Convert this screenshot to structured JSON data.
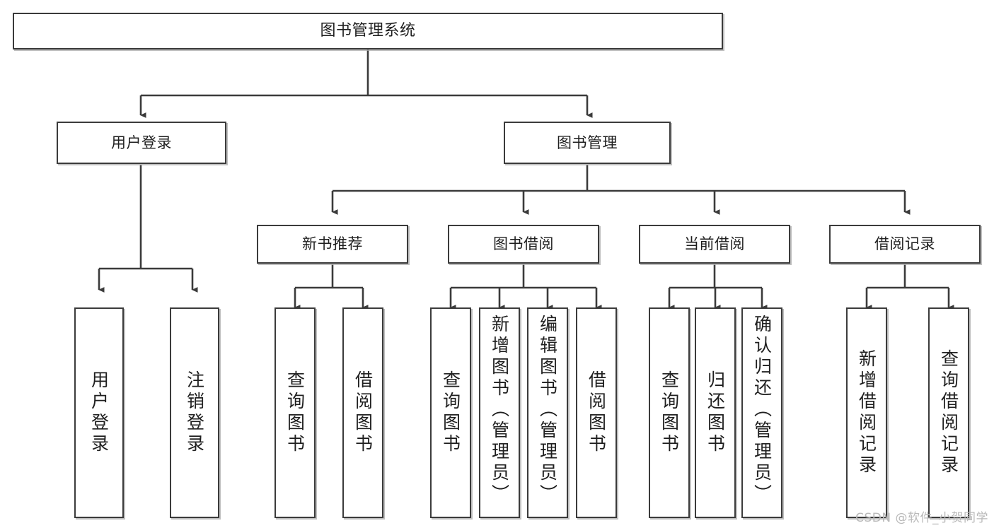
{
  "diagram": {
    "title_node": {
      "label": "图书管理系统"
    },
    "level2": [
      {
        "label": "用户登录"
      },
      {
        "label": "图书管理"
      }
    ],
    "level3": [
      {
        "label": "新书推荐"
      },
      {
        "label": "图书借阅"
      },
      {
        "label": "当前借阅"
      },
      {
        "label": "借阅记录"
      }
    ],
    "leaves": {
      "user_login": [
        {
          "label": "用户登录"
        },
        {
          "label": "注销登录"
        }
      ],
      "new_book_recommend": [
        {
          "label": "查询图书"
        },
        {
          "label": "借阅图书"
        }
      ],
      "book_borrow": [
        {
          "label": "查询图书"
        },
        {
          "label": "新增图书（管理员）"
        },
        {
          "label": "编辑图书（管理员）"
        },
        {
          "label": "借阅图书"
        }
      ],
      "current_borrow": [
        {
          "label": "查询图书"
        },
        {
          "label": "归还图书"
        },
        {
          "label": "确认归还（管理员）"
        }
      ],
      "borrow_record": [
        {
          "label": "新增借阅记录"
        },
        {
          "label": "查询借阅记录"
        }
      ]
    }
  },
  "watermark": {
    "text": "CSDN @软件_小贺同学"
  },
  "colors": {
    "border": "#3b3b3b",
    "background": "#ffffff",
    "text": "#1f1f1f",
    "watermark": "#b9b9b9"
  }
}
